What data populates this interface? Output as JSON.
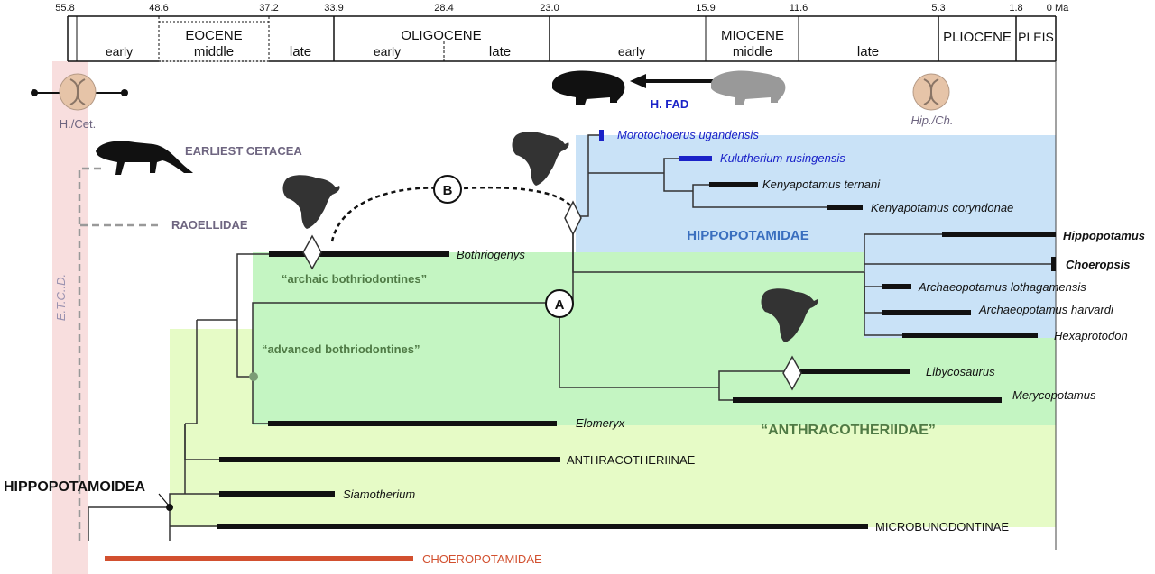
{
  "time_axis": {
    "ticks": [
      "55.8",
      "48.6",
      "37.2",
      "33.9",
      "28.4",
      "23.0",
      "15.9",
      "11.6",
      "5.3",
      "1.8",
      "0 Ma"
    ],
    "epochs": [
      {
        "name": "EOCENE"
      },
      {
        "name": "OLIGOCENE"
      },
      {
        "name": "MIOCENE"
      },
      {
        "name": "PLIOCENE"
      },
      {
        "name": "PLEIS"
      }
    ],
    "subdivisions": [
      "early",
      "middle",
      "late",
      "early",
      "late",
      "early",
      "middle",
      "late"
    ]
  },
  "markers": {
    "h_fad": "H. FAD",
    "h_cet": "H./Cet.",
    "hip_ch": "Hip./Ch.",
    "etcd": "E.T.C..D.",
    "node_a": "A",
    "node_b": "B"
  },
  "groups": {
    "earliest_cetacea": "EARLIEST CETACEA",
    "raoellidae": "RAOELLIDAE",
    "hippopotamidae": "HIPPOPOTAMIDAE",
    "anthracotheriidae": "“ANTHRACOTHERIIDAE”",
    "archaic": "“archaic bothriodontines”",
    "advanced": "“advanced bothriodontines”",
    "hippopotamoidea": "HIPPOPOTAMOIDEA"
  },
  "taxa": {
    "morotochoerus": "Morotochoerus ugandensis",
    "kulutherium": "Kulutherium rusingensis",
    "kenya_ternani": "Kenyapotamus ternani",
    "kenya_coryndonae": "Kenyapotamus coryndonae",
    "hippopotamus": "Hippopotamus",
    "choeropsis": "Choeropsis",
    "arch_lothagamensis": "Archaeopotamus lothagamensis",
    "arch_harvardi": "Archaeopotamus harvardi",
    "hexaprotodon": "Hexaprotodon",
    "libycosaurus": "Libycosaurus",
    "merycopotamus": "Merycopotamus",
    "bothriogenys": "Bothriogenys",
    "elomeryx": "Elomeryx",
    "anthracotheriinae": "ANTHRACOTHERIINAE",
    "siamotherium": "Siamotherium",
    "microbunodontinae": "MICROBUNODONTINAE",
    "choeropotamidae": "CHOEROPOTAMIDAE"
  },
  "colors": {
    "hippo_region": "#c9e2f7",
    "anthraco_region": "#c4f5c2",
    "base_region": "#e6fbc6",
    "etcd_band": "#f8dede",
    "blue_taxa": "#1a22c8",
    "choeropotamidae": "#d2502f",
    "hippo_label": "#3a6fbf",
    "grey_label": "#6e6580",
    "green_label": "#4f7a45"
  }
}
